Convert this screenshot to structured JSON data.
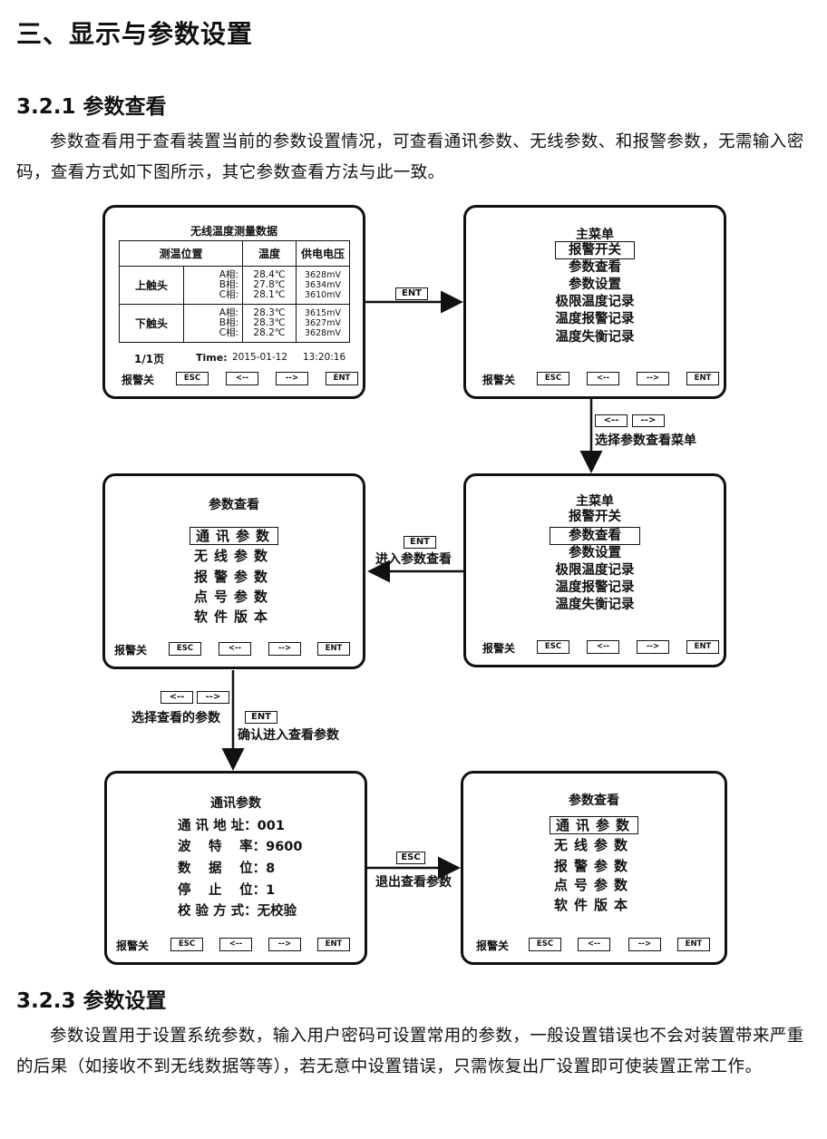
{
  "section_title": "三、显示与参数设置",
  "s321": {
    "heading": "3.2.1  参数查看",
    "paragraph": "参数查看用于查看装置当前的参数设置情况，可查看通讯参数、无线参数、和报警参数，无需输入密码，查看方式如下图所示，其它参数查看方法与此一致。"
  },
  "s323": {
    "heading": "3.2.3  参数设置",
    "paragraph": "参数设置用于设置系统参数，输入用户密码可设置常用的参数，一般设置错误也不会对装置带来严重的后果（如接收不到无线数据等等），若无意中设置错误，只需恢复出厂设置即可使装置正常工作。"
  },
  "footer_keys": {
    "label": "报警关",
    "esc": "ESC",
    "left": "<--",
    "right": "-->",
    "ent": "ENT"
  },
  "screen1": {
    "title": "无线温度测量数据",
    "headers": [
      "测温位置",
      "温度",
      "供电电压"
    ],
    "groups": [
      {
        "name": "上触头",
        "phases": [
          "A相:",
          "B相:",
          "C相:"
        ],
        "temps": [
          "28.4℃",
          "27.8℃",
          "28.1℃"
        ],
        "volts": [
          "3628mV",
          "3634mV",
          "3610mV"
        ]
      },
      {
        "name": "下触头",
        "phases": [
          "A相:",
          "B相:",
          "C相:"
        ],
        "temps": [
          "28.3℃",
          "28.3℃",
          "28.2℃"
        ],
        "volts": [
          "3615mV",
          "3627mV",
          "3628mV"
        ]
      }
    ],
    "page": "1/1页",
    "time_label": "Time:",
    "date": "2015-01-12",
    "clock": "13:20:16"
  },
  "screen2": {
    "title": "主菜单",
    "items": [
      "报警开关",
      "参数查看",
      "参数设置",
      "极限温度记录",
      "温度报警记录",
      "温度失衡记录"
    ],
    "selected": 0
  },
  "screen3": {
    "title": "主菜单",
    "items": [
      "报警开关",
      "参数查看",
      "参数设置",
      "极限温度记录",
      "温度报警记录",
      "温度失衡记录"
    ],
    "selected": 1
  },
  "screen4": {
    "title": "参数查看",
    "items": [
      "通讯参数",
      "无线参数",
      "报警参数",
      "点号参数",
      "软件版本"
    ],
    "selected": 0
  },
  "screen5": {
    "title": "通讯参数",
    "rows": [
      {
        "label": "通 讯 地 址：",
        "value": "001"
      },
      {
        "label": "波　 特　 率：",
        "value": "9600"
      },
      {
        "label": "数　 据　 位：",
        "value": "8"
      },
      {
        "label": "停　 止　 位：",
        "value": "1"
      },
      {
        "label": "校 验 方 式：",
        "value": "无校验"
      }
    ]
  },
  "screen6": {
    "title": "参数查看",
    "items": [
      "通讯参数",
      "无线参数",
      "报警参数",
      "点号参数",
      "软件版本"
    ],
    "selected": 0
  },
  "arrows": {
    "a1_key": "ENT",
    "a2_keys": [
      "<--",
      "-->"
    ],
    "a2_text": "选择参数查看菜单",
    "a3_key": "ENT",
    "a3_text": "进入参数查看",
    "a4_keys": [
      "<--",
      "-->"
    ],
    "a4_text1": "选择查看的参数",
    "a4_key": "ENT",
    "a4_text2": "确认进入查看参数",
    "a5_key": "ESC",
    "a5_text": "退出查看参数"
  }
}
